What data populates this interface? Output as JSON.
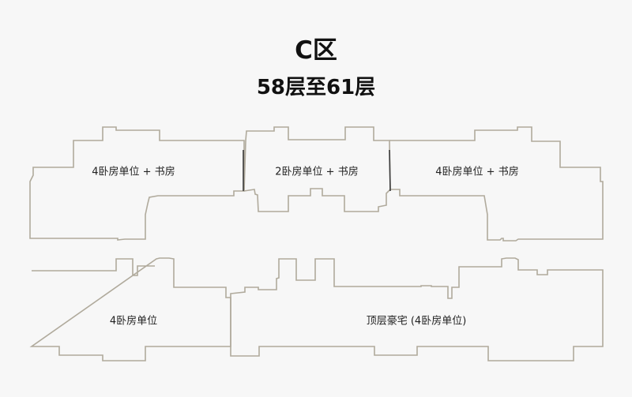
{
  "header": {
    "zone": "C区",
    "floors": "58层至61层"
  },
  "units": {
    "top_left": "4卧房单位 + 书房",
    "top_middle": "2卧房单位 + 书房",
    "top_right": "4卧房单位 + 书房",
    "bottom_left": "4卧房单位",
    "bottom_right": "顶层豪宅 (4卧房单位)"
  },
  "colors": {
    "outline": "#b0aa9c",
    "background": "#f7f7f7"
  }
}
